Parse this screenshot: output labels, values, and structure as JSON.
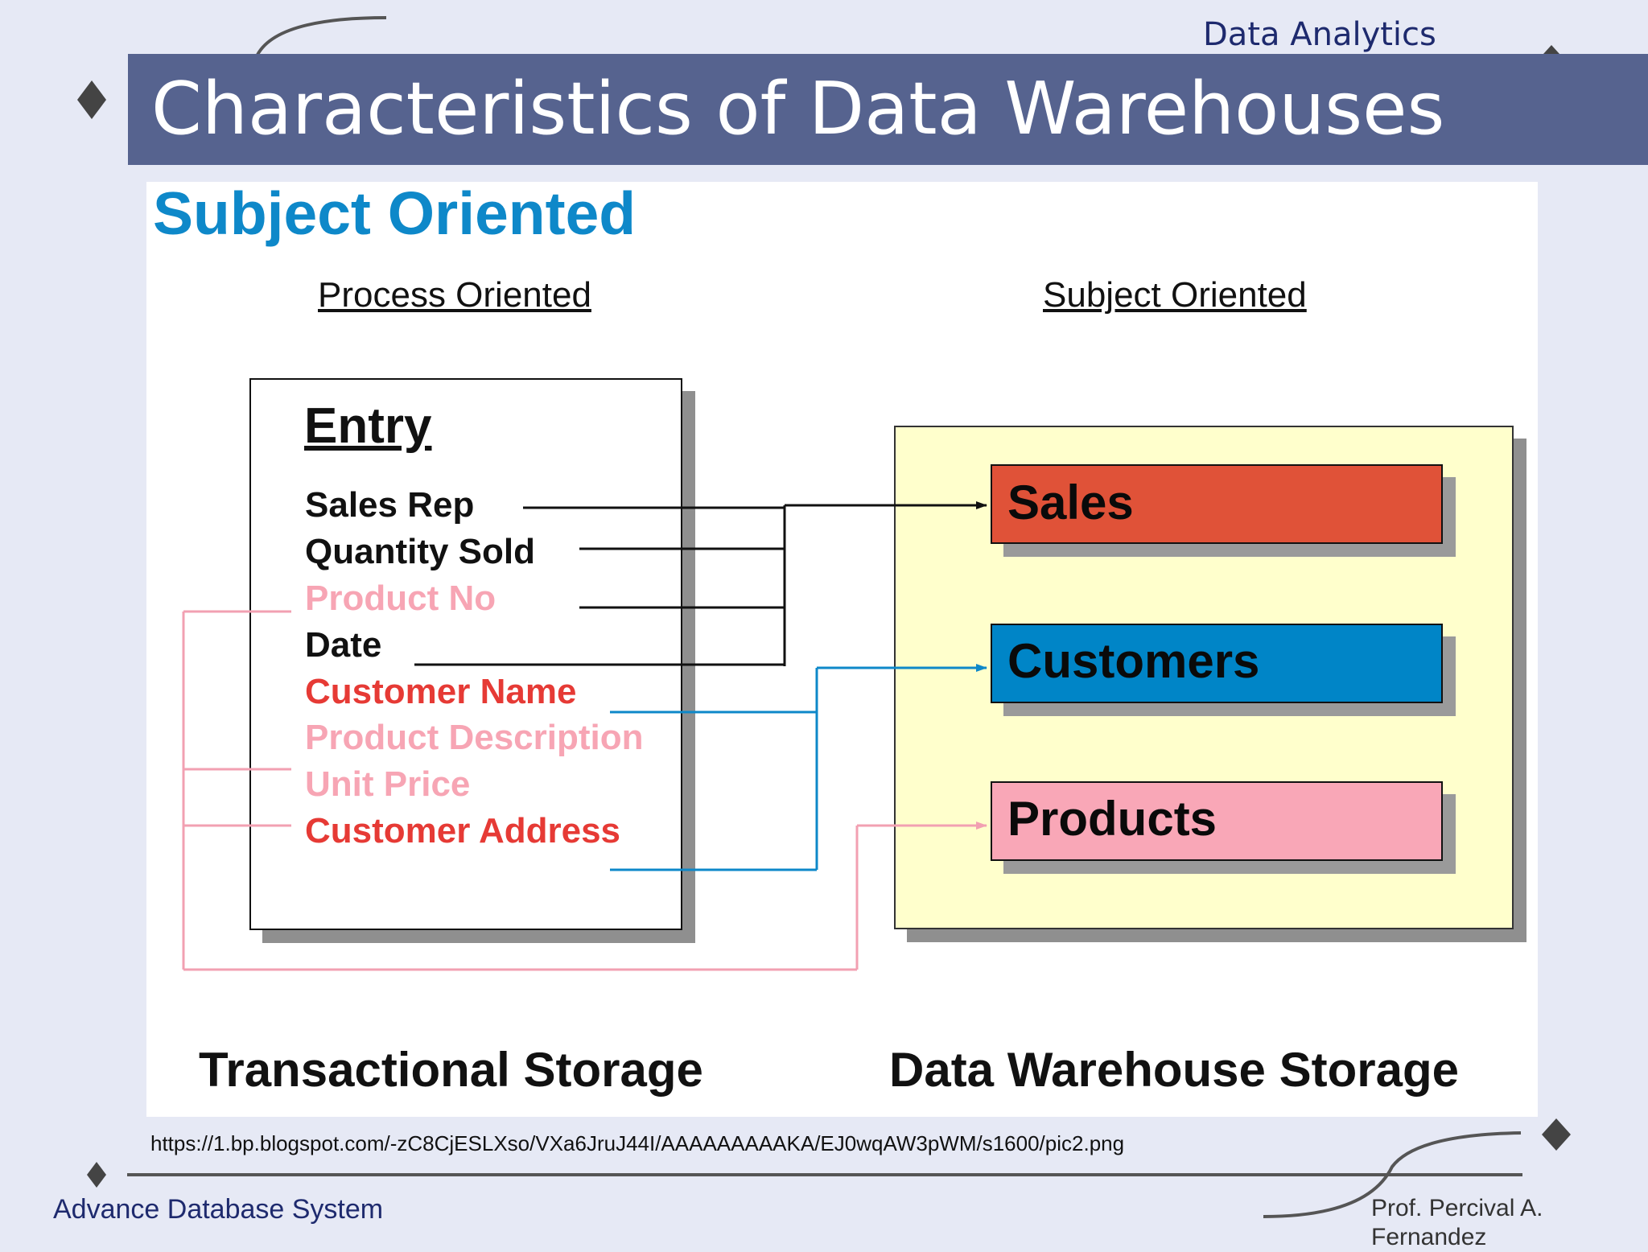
{
  "header": {
    "course_tag": "Data Analytics",
    "slide_title": "Characteristics of Data Warehouses"
  },
  "content": {
    "heading": "Subject Oriented",
    "left_column_heading": "Process Oriented",
    "right_column_heading": "Subject Oriented",
    "entry": {
      "title": "Entry",
      "fields": [
        {
          "label": "Sales Rep",
          "color": "#111111"
        },
        {
          "label": "Quantity Sold",
          "color": "#111111"
        },
        {
          "label": "Product No",
          "color": "#f7a5b4"
        },
        {
          "label": "Date",
          "color": "#111111"
        },
        {
          "label": "Customer Name",
          "color": "#e63a35"
        },
        {
          "label": "Product Description",
          "color": "#f7a5b4"
        },
        {
          "label": "Unit Price",
          "color": "#f7a5b4"
        },
        {
          "label": "Customer Address",
          "color": "#e63a35"
        }
      ]
    },
    "subjects": [
      {
        "label": "Sales",
        "color": "#e05238"
      },
      {
        "label": "Customers",
        "color": "#0085c7"
      },
      {
        "label": "Products",
        "color": "#f9a7b7"
      }
    ],
    "connector_colors": {
      "sales": "#111111",
      "customers": "#0e88c9",
      "products": "#f2a0b2"
    },
    "left_storage_label": "Transactional Storage",
    "right_storage_label": "Data Warehouse Storage",
    "source_url": "https://1.bp.blogspot.com/-zC8CjESLXso/VXa6JruJ44I/AAAAAAAAAKA/EJ0wqAW3pWM/s1600/pic2.png"
  },
  "footer": {
    "left": "Advance Database System",
    "right_line1": "Prof. Percival A.",
    "right_line2": "Fernandez"
  }
}
